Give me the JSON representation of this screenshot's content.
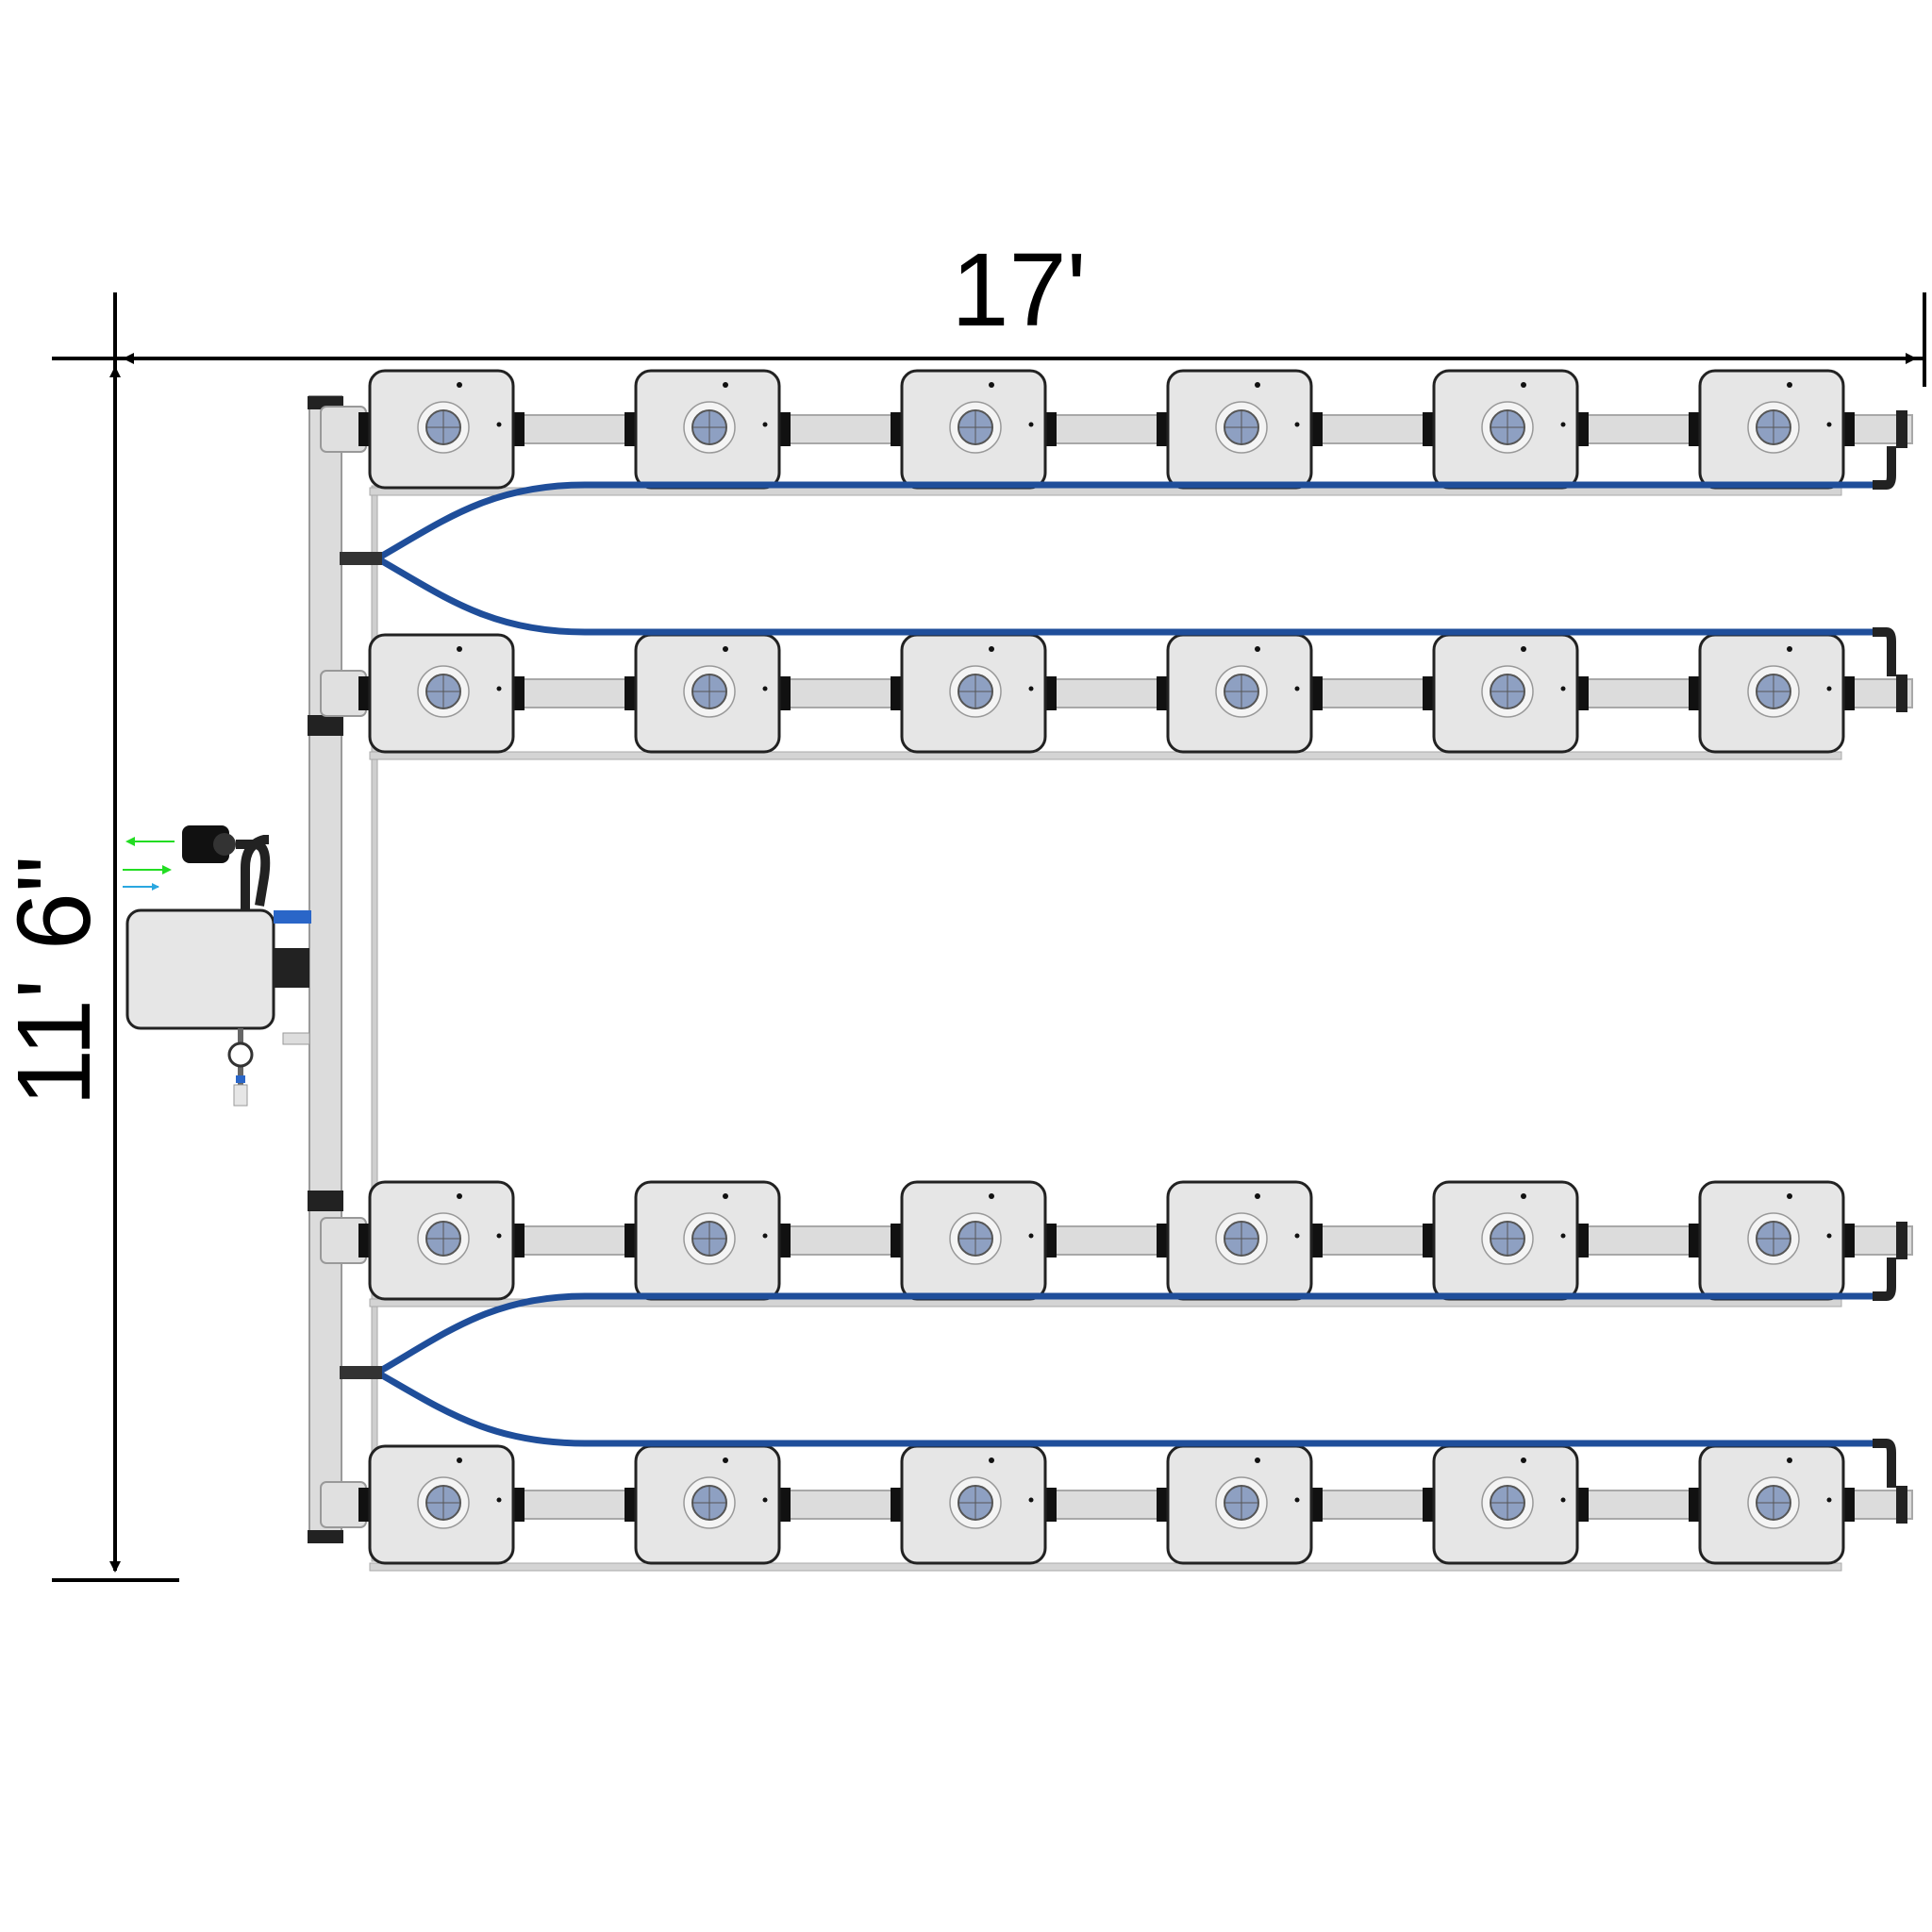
{
  "dimensions": {
    "width_label": "17'",
    "height_label": "11' 6\""
  },
  "layout": {
    "rows": 4,
    "pots_per_row": 6,
    "controller_count": 1
  },
  "colors": {
    "background": "#ffffff",
    "pot_fill": "#e6e6e6",
    "pot_stroke": "#222222",
    "pipe_fill": "#dcdcdc",
    "hose": "#1f4e9a",
    "lid": "#8ea0c2",
    "arrow_green": "#22dd22",
    "arrow_blue": "#2aa7e0",
    "dimension_line": "#000000"
  },
  "icons": {
    "pot": "grow-pot-icon",
    "controller": "reservoir-controller-icon",
    "pump": "pump-icon",
    "gauge": "pressure-gauge-icon",
    "arrow": "flow-arrow-icon"
  }
}
